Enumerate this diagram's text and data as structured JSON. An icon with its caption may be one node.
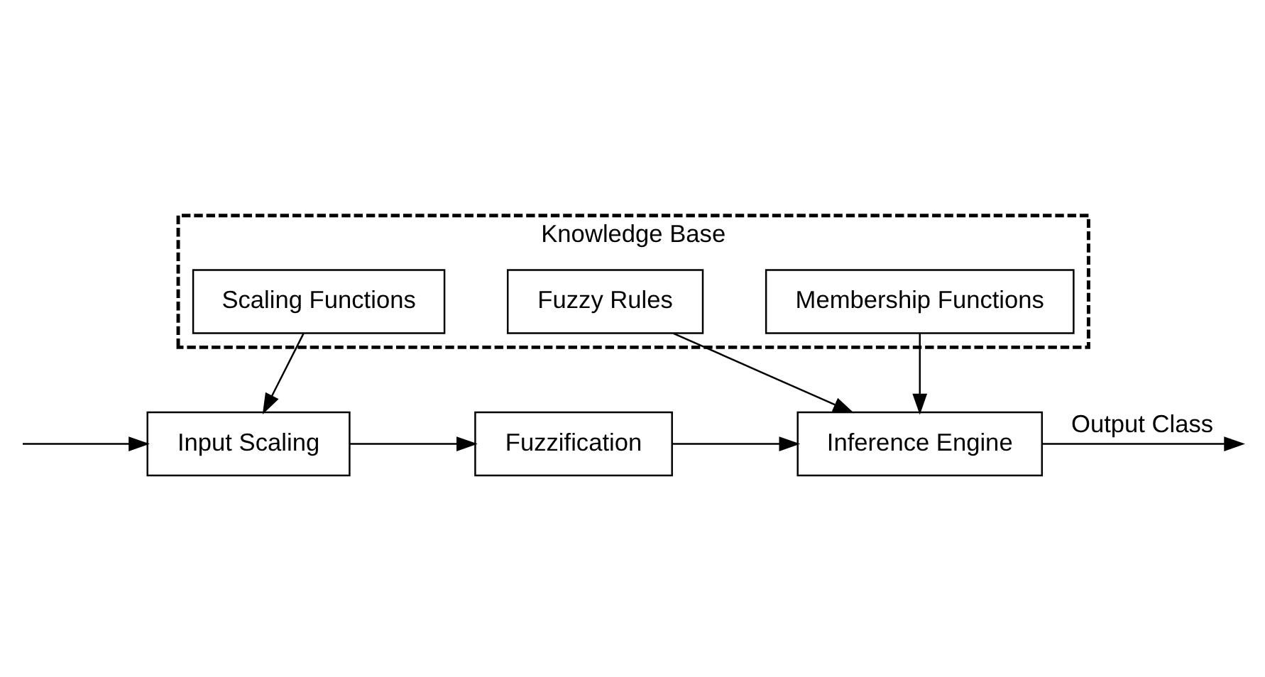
{
  "diagram": {
    "nodes": [
      {
        "text": [
          "Knowledge Base"
        ]
      },
      {
        "text": [
          "Scaling Functions"
        ],
        "in": 0
      },
      {
        "text": [
          "Fuzzy Rules"
        ],
        "in": 0
      },
      {
        "text": [
          "Membership Functions"
        ],
        "in": 0
      },
      {
        "text": [
          "Input Scaling"
        ]
      },
      {
        "text": [
          "Fuzzification"
        ]
      },
      {
        "text": [
          "Inference Engine"
        ]
      }
    ],
    "edges": [
      {
        "from": null,
        "to": 4,
        "arrow": "to"
      },
      {
        "from": 1,
        "to": 4,
        "arrow": "to"
      },
      {
        "from": 4,
        "to": 5,
        "arrow": "to"
      },
      {
        "from": 5,
        "to": 6,
        "arrow": "to"
      },
      {
        "from": 2,
        "to": 6,
        "arrow": "to"
      },
      {
        "from": 3,
        "to": 6,
        "arrow": "to"
      },
      {
        "from": 6,
        "to": null,
        "arrow": "to",
        "label": "Output Class"
      }
    ]
  }
}
